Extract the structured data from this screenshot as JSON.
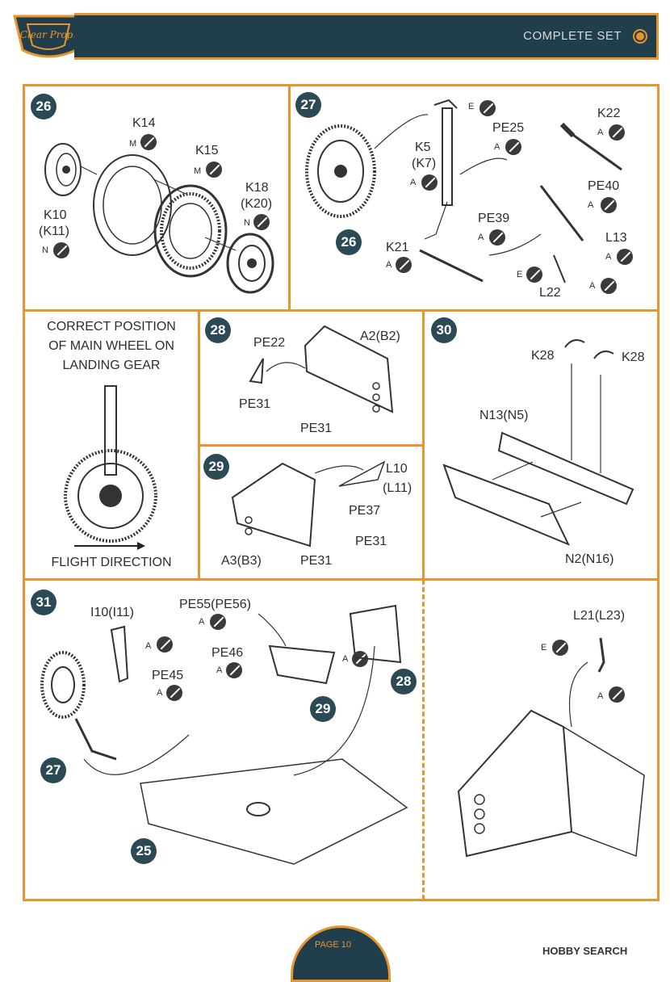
{
  "header": {
    "logo_text": "Clear Prop!",
    "title": "COMPLETE SET",
    "dot_color": "#e6952f",
    "bar_color": "#213e4d"
  },
  "panels": {
    "p26": {
      "step": "26",
      "labels": {
        "k14": "K14",
        "k14_src": "M",
        "k15": "K15",
        "k15_src": "M",
        "k18": "K18",
        "k18b": "(K20)",
        "k18_src": "N",
        "k10": "K10",
        "k10b": "(K11)",
        "k10_src": "N"
      }
    },
    "p27": {
      "step": "27",
      "labels": {
        "e1_src": "E",
        "k22": "K22",
        "k22_src": "A",
        "pe25": "PE25",
        "pe25_src": "A",
        "k5": "K5",
        "k5b": "(K7)",
        "k5_src": "A",
        "pe40": "PE40",
        "pe40_src": "A",
        "pe39": "PE39",
        "pe39_src": "A",
        "k21": "K21",
        "k21_src": "A",
        "l13": "L13",
        "l13_src": "A",
        "l22": "L22",
        "e2_src": "E",
        "l22_src": "A"
      },
      "sub_step": "26"
    },
    "correct": {
      "line1": "CORRECT POSITION",
      "line2": "OF MAIN WHEEL ON",
      "line3": "LANDING GEAR",
      "footer": "FLIGHT DIRECTION"
    },
    "p28": {
      "step": "28",
      "labels": {
        "pe22": "PE22",
        "a2": "A2(B2)",
        "pe31a": "PE31",
        "pe31b": "PE31"
      }
    },
    "p29": {
      "step": "29",
      "labels": {
        "l10": "L10",
        "l10b": "(L11)",
        "pe37": "PE37",
        "pe31a": "PE31",
        "a3": "A3(B3)",
        "pe31b": "PE31"
      }
    },
    "p30": {
      "step": "30",
      "labels": {
        "k28a": "K28",
        "k28b": "K28",
        "n13": "N13(N5)",
        "n2": "N2(N16)"
      }
    },
    "p31": {
      "step": "31",
      "labels": {
        "i10": "I10(I11)",
        "i10_src": "A",
        "pe55": "PE55(PE56)",
        "pe55_src": "A",
        "pe46": "PE46",
        "pe46_src": "A",
        "pe45": "PE45",
        "pe45_src": "A",
        "s28_src": "A",
        "l21": "L21(L23)",
        "l21_e": "E",
        "l21_a": "A"
      },
      "sub_steps": {
        "s28": "28",
        "s29": "29",
        "s27": "27",
        "s25": "25"
      }
    }
  },
  "footer": {
    "page": "PAGE 10",
    "watermark": "HOBBY SEARCH"
  }
}
